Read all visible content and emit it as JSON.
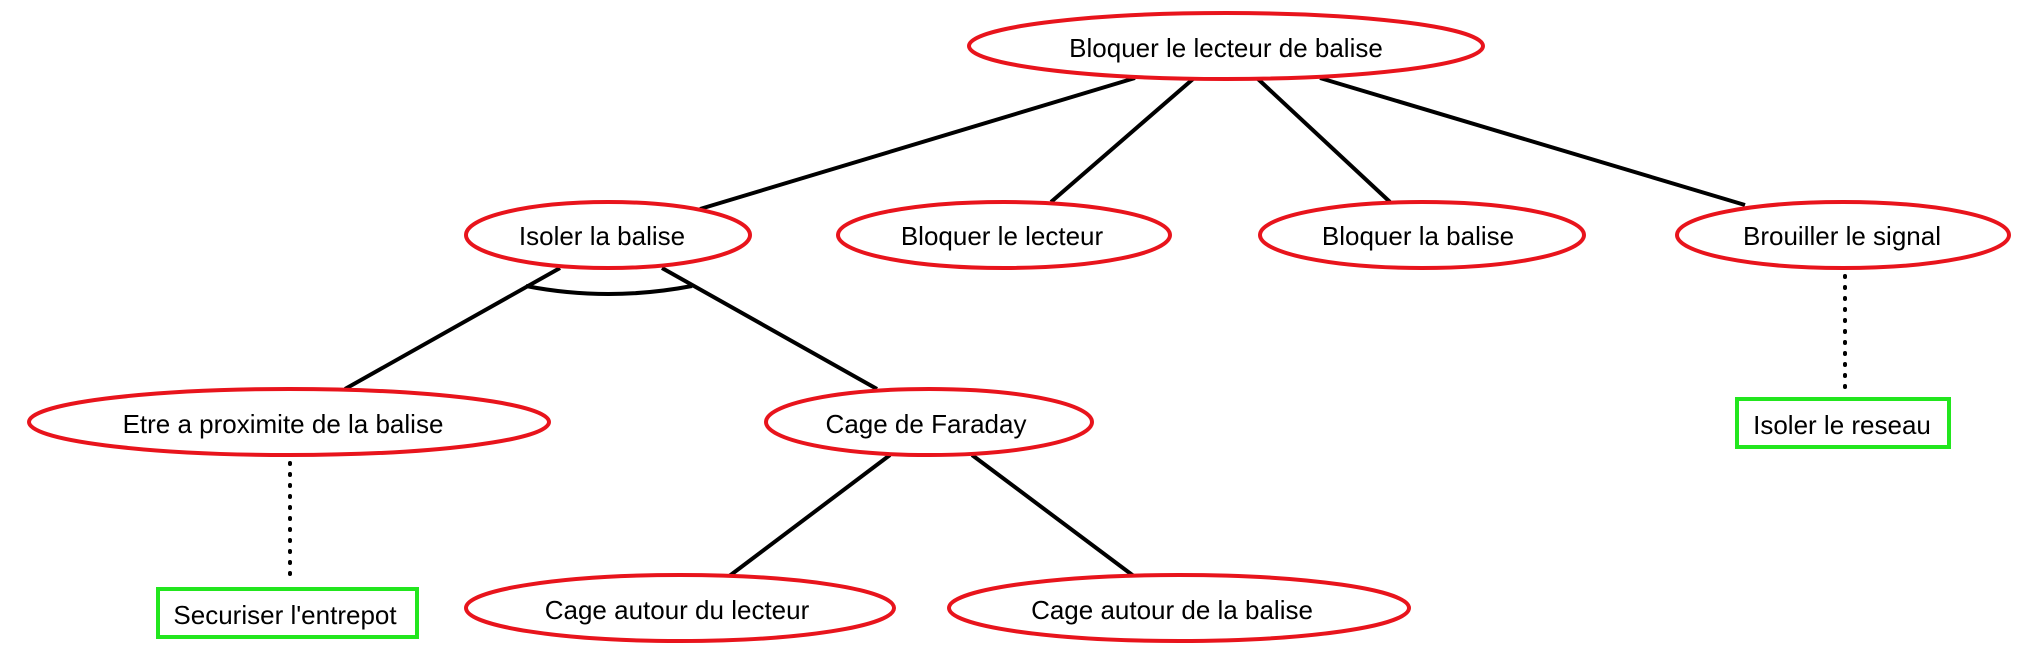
{
  "colors": {
    "attack_node_stroke": "#e8141c",
    "countermeasure_stroke": "#22e61e",
    "edge": "#000000"
  },
  "nodes": {
    "root": {
      "label": "Bloquer le lecteur de balise",
      "kind": "attack"
    },
    "isoler_balise": {
      "label": "Isoler la balise",
      "kind": "attack"
    },
    "bloquer_lecteur": {
      "label": "Bloquer le lecteur",
      "kind": "attack"
    },
    "bloquer_balise": {
      "label": "Bloquer la balise",
      "kind": "attack"
    },
    "brouiller_signal": {
      "label": "Brouiller le signal",
      "kind": "attack"
    },
    "proximite": {
      "label": "Etre a proximite de la balise",
      "kind": "attack"
    },
    "faraday": {
      "label": "Cage de Faraday",
      "kind": "attack"
    },
    "cage_lecteur": {
      "label": "Cage autour du lecteur",
      "kind": "attack"
    },
    "cage_balise": {
      "label": "Cage autour de la balise",
      "kind": "attack"
    },
    "isoler_reseau": {
      "label": "Isoler le reseau",
      "kind": "countermeasure"
    },
    "securiser_entrepot": {
      "label": "Securiser l'entrepot",
      "kind": "countermeasure"
    }
  },
  "edges": [
    {
      "from": "root",
      "to": "isoler_balise",
      "style": "solid"
    },
    {
      "from": "root",
      "to": "bloquer_lecteur",
      "style": "solid"
    },
    {
      "from": "root",
      "to": "bloquer_balise",
      "style": "solid"
    },
    {
      "from": "root",
      "to": "brouiller_signal",
      "style": "solid"
    },
    {
      "from": "isoler_balise",
      "to": "proximite",
      "style": "solid"
    },
    {
      "from": "isoler_balise",
      "to": "faraday",
      "style": "solid"
    },
    {
      "from": "faraday",
      "to": "cage_lecteur",
      "style": "solid"
    },
    {
      "from": "faraday",
      "to": "cage_balise",
      "style": "solid"
    },
    {
      "from": "brouiller_signal",
      "to": "isoler_reseau",
      "style": "dotted"
    },
    {
      "from": "proximite",
      "to": "securiser_entrepot",
      "style": "dotted"
    }
  ],
  "and_groups": [
    {
      "parent": "isoler_balise",
      "children": [
        "proximite",
        "faraday"
      ]
    }
  ]
}
